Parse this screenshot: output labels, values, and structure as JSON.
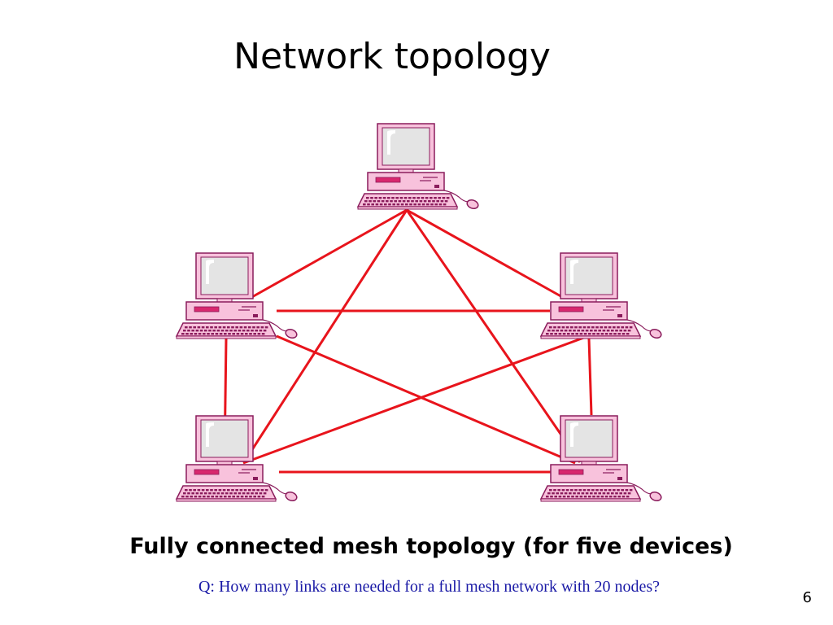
{
  "slide": {
    "title": "Network topology",
    "caption": "Fully connected mesh topology (for five devices)",
    "question": "Q: How many links are needed for a full mesh network with 20 nodes?",
    "page_number": "6"
  },
  "diagram": {
    "nodes": [
      {
        "id": "top",
        "icon": "computer-icon"
      },
      {
        "id": "upper-left",
        "icon": "computer-icon"
      },
      {
        "id": "upper-right",
        "icon": "computer-icon"
      },
      {
        "id": "lower-left",
        "icon": "computer-icon"
      },
      {
        "id": "lower-right",
        "icon": "computer-icon"
      }
    ],
    "links": [
      [
        "top",
        "upper-left"
      ],
      [
        "top",
        "upper-right"
      ],
      [
        "top",
        "lower-left"
      ],
      [
        "top",
        "lower-right"
      ],
      [
        "upper-left",
        "upper-right"
      ],
      [
        "upper-left",
        "lower-left"
      ],
      [
        "upper-left",
        "lower-right"
      ],
      [
        "upper-right",
        "lower-left"
      ],
      [
        "upper-right",
        "lower-right"
      ],
      [
        "lower-left",
        "lower-right"
      ]
    ],
    "colors": {
      "link": "#e8141c",
      "computer_body": "#f8c2dc",
      "computer_outline": "#8a1c5c",
      "screen": "#e4e4e4",
      "accent": "#d8286e"
    }
  }
}
